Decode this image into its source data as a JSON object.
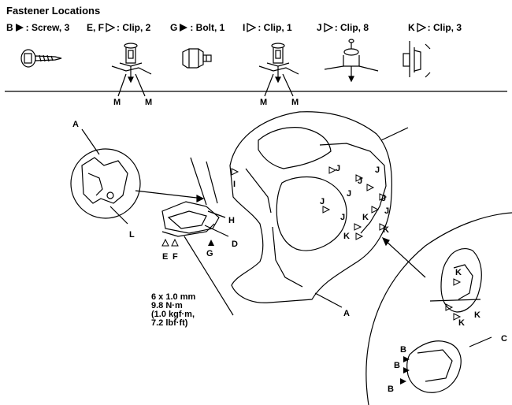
{
  "title": "Fastener Locations",
  "legend": [
    {
      "code": "B",
      "marker": "filled-triangle",
      "text": ": Screw, 3"
    },
    {
      "code": "E, F",
      "marker": "open-triangle",
      "text": ": Clip, 2"
    },
    {
      "code": "G",
      "marker": "filled-triangle",
      "text": ": Bolt, 1"
    },
    {
      "code": "I",
      "marker": "open-triangle",
      "text": ": Clip, 1"
    },
    {
      "code": "J",
      "marker": "open-triangle",
      "text": ": Clip, 8"
    },
    {
      "code": "K",
      "marker": "open-triangle",
      "text": ": Clip, 3"
    }
  ],
  "legend_labels": {
    "m": "M"
  },
  "callouts": {
    "a": "A",
    "l": "L",
    "h": "H",
    "d": "D",
    "e": "E",
    "f": "F",
    "g": "G",
    "i": "I",
    "j": "J",
    "k": "K",
    "b": "B",
    "c": "C"
  },
  "torque_spec": [
    "6 x 1.0 mm",
    "9.8 N·m",
    "(1.0 kgf·m,",
    "7.2 lbf·ft)"
  ]
}
